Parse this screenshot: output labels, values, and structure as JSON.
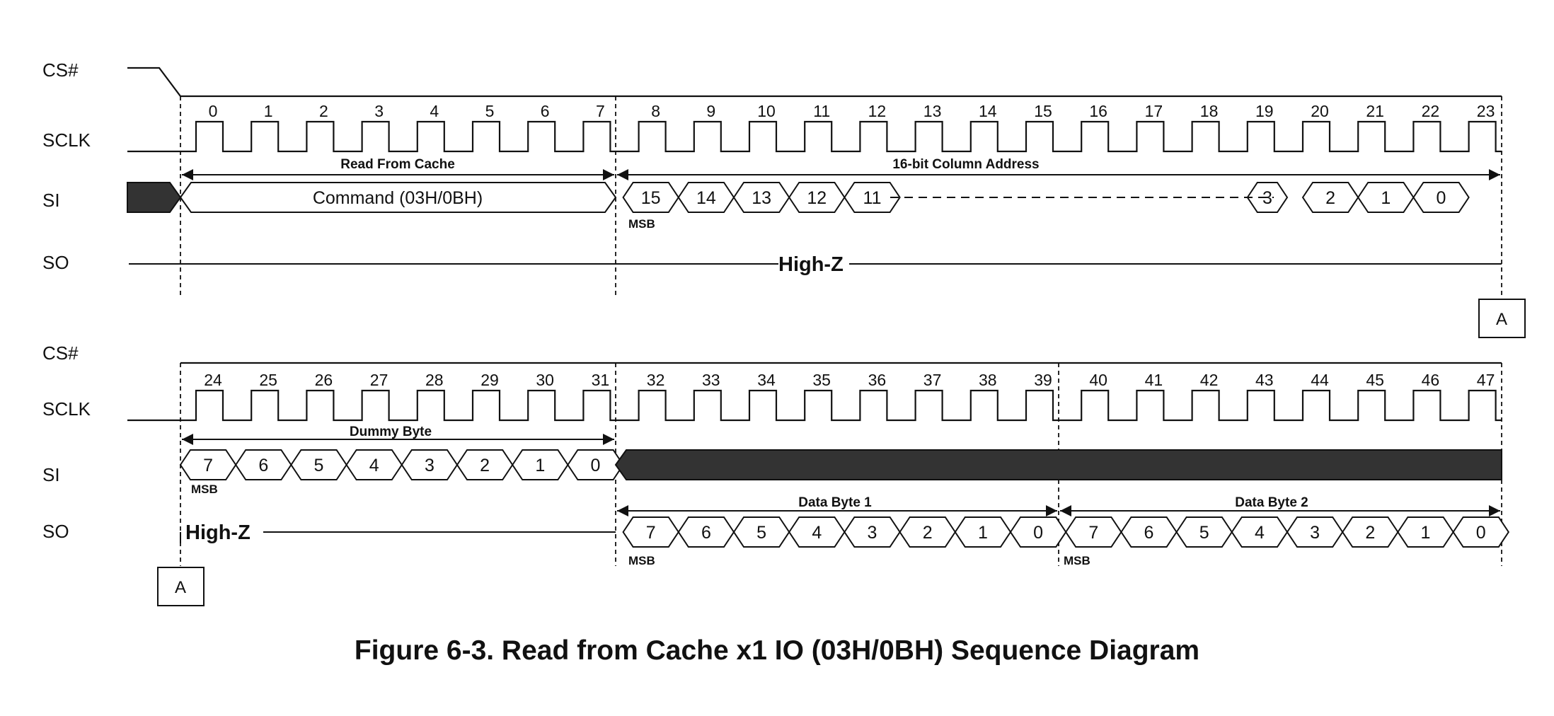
{
  "panel1": {
    "signals": [
      "CS#",
      "SCLK",
      "SI",
      "SO"
    ],
    "clock_labels": [
      "0",
      "1",
      "2",
      "3",
      "4",
      "5",
      "6",
      "7",
      "8",
      "9",
      "10",
      "11",
      "12",
      "13",
      "14",
      "15",
      "16",
      "17",
      "18",
      "19",
      "20",
      "21",
      "22",
      "23"
    ],
    "spans": [
      "Read From Cache",
      "16-bit Column Address"
    ],
    "command": "Command (03H/0BH)",
    "si_bits_start": [
      "15",
      "14",
      "13",
      "12",
      "11"
    ],
    "si_bits_end": [
      "3",
      "2",
      "1",
      "0"
    ],
    "msb": "MSB",
    "so_state": "High-Z",
    "connector": "A"
  },
  "panel2": {
    "signals": [
      "CS#",
      "SCLK",
      "SI",
      "SO"
    ],
    "clock_labels": [
      "24",
      "25",
      "26",
      "27",
      "28",
      "29",
      "30",
      "31",
      "32",
      "33",
      "34",
      "35",
      "36",
      "37",
      "38",
      "39",
      "40",
      "41",
      "42",
      "43",
      "44",
      "45",
      "46",
      "47"
    ],
    "spans": [
      "Dummy Byte",
      "Data Byte 1",
      "Data Byte 2"
    ],
    "si_bits": [
      "7",
      "6",
      "5",
      "4",
      "3",
      "2",
      "1",
      "0"
    ],
    "data_byte1_bits": [
      "7",
      "6",
      "5",
      "4",
      "3",
      "2",
      "1",
      "0"
    ],
    "data_byte2_bits": [
      "7",
      "6",
      "5",
      "4",
      "3",
      "2",
      "1",
      "0"
    ],
    "msb": "MSB",
    "so_state": "High-Z",
    "connector": "A"
  },
  "caption": "Figure 6-3. Read from Cache x1 IO (03H/0BH) Sequence Diagram"
}
